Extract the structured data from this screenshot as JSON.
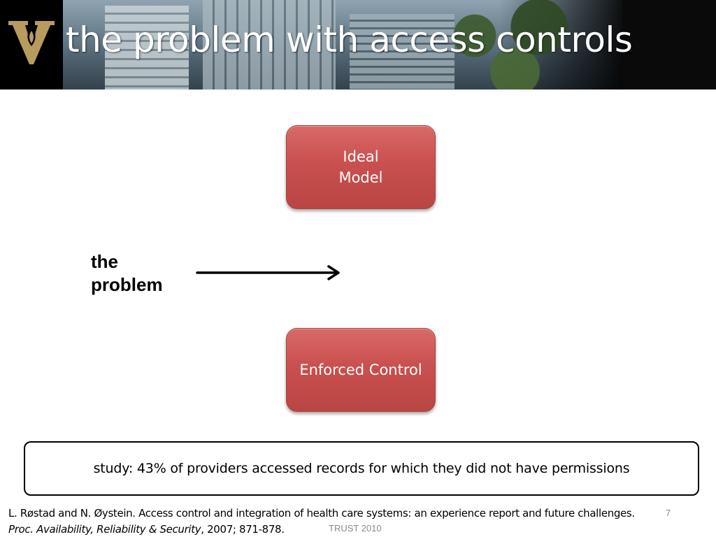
{
  "header": {
    "title": "the problem with access controls",
    "logo_icon": "vanderbilt-oak-leaf-v-icon"
  },
  "diagram": {
    "top_node": "Ideal\nModel",
    "bottom_node": "Enforced Control",
    "side_label": "the\nproblem",
    "arrow_icon": "right-arrow-icon"
  },
  "study": {
    "text": "study: 43% of providers accessed records for which they did not have permissions"
  },
  "footer": {
    "citation_line1": "L. Røstad and N. Øystein. Access control and integration of health care systems: an experience report and future challenges.",
    "citation_venue": "Proc. Availability, Reliability & Security",
    "citation_rest": ", 2007; 871-878.",
    "tag": "TRUST 2010",
    "slide_number": "7"
  },
  "colors": {
    "node_fill": "#c9504e",
    "banner_bg": "#0a0a0a",
    "logo_gold": "#b89b5e"
  }
}
